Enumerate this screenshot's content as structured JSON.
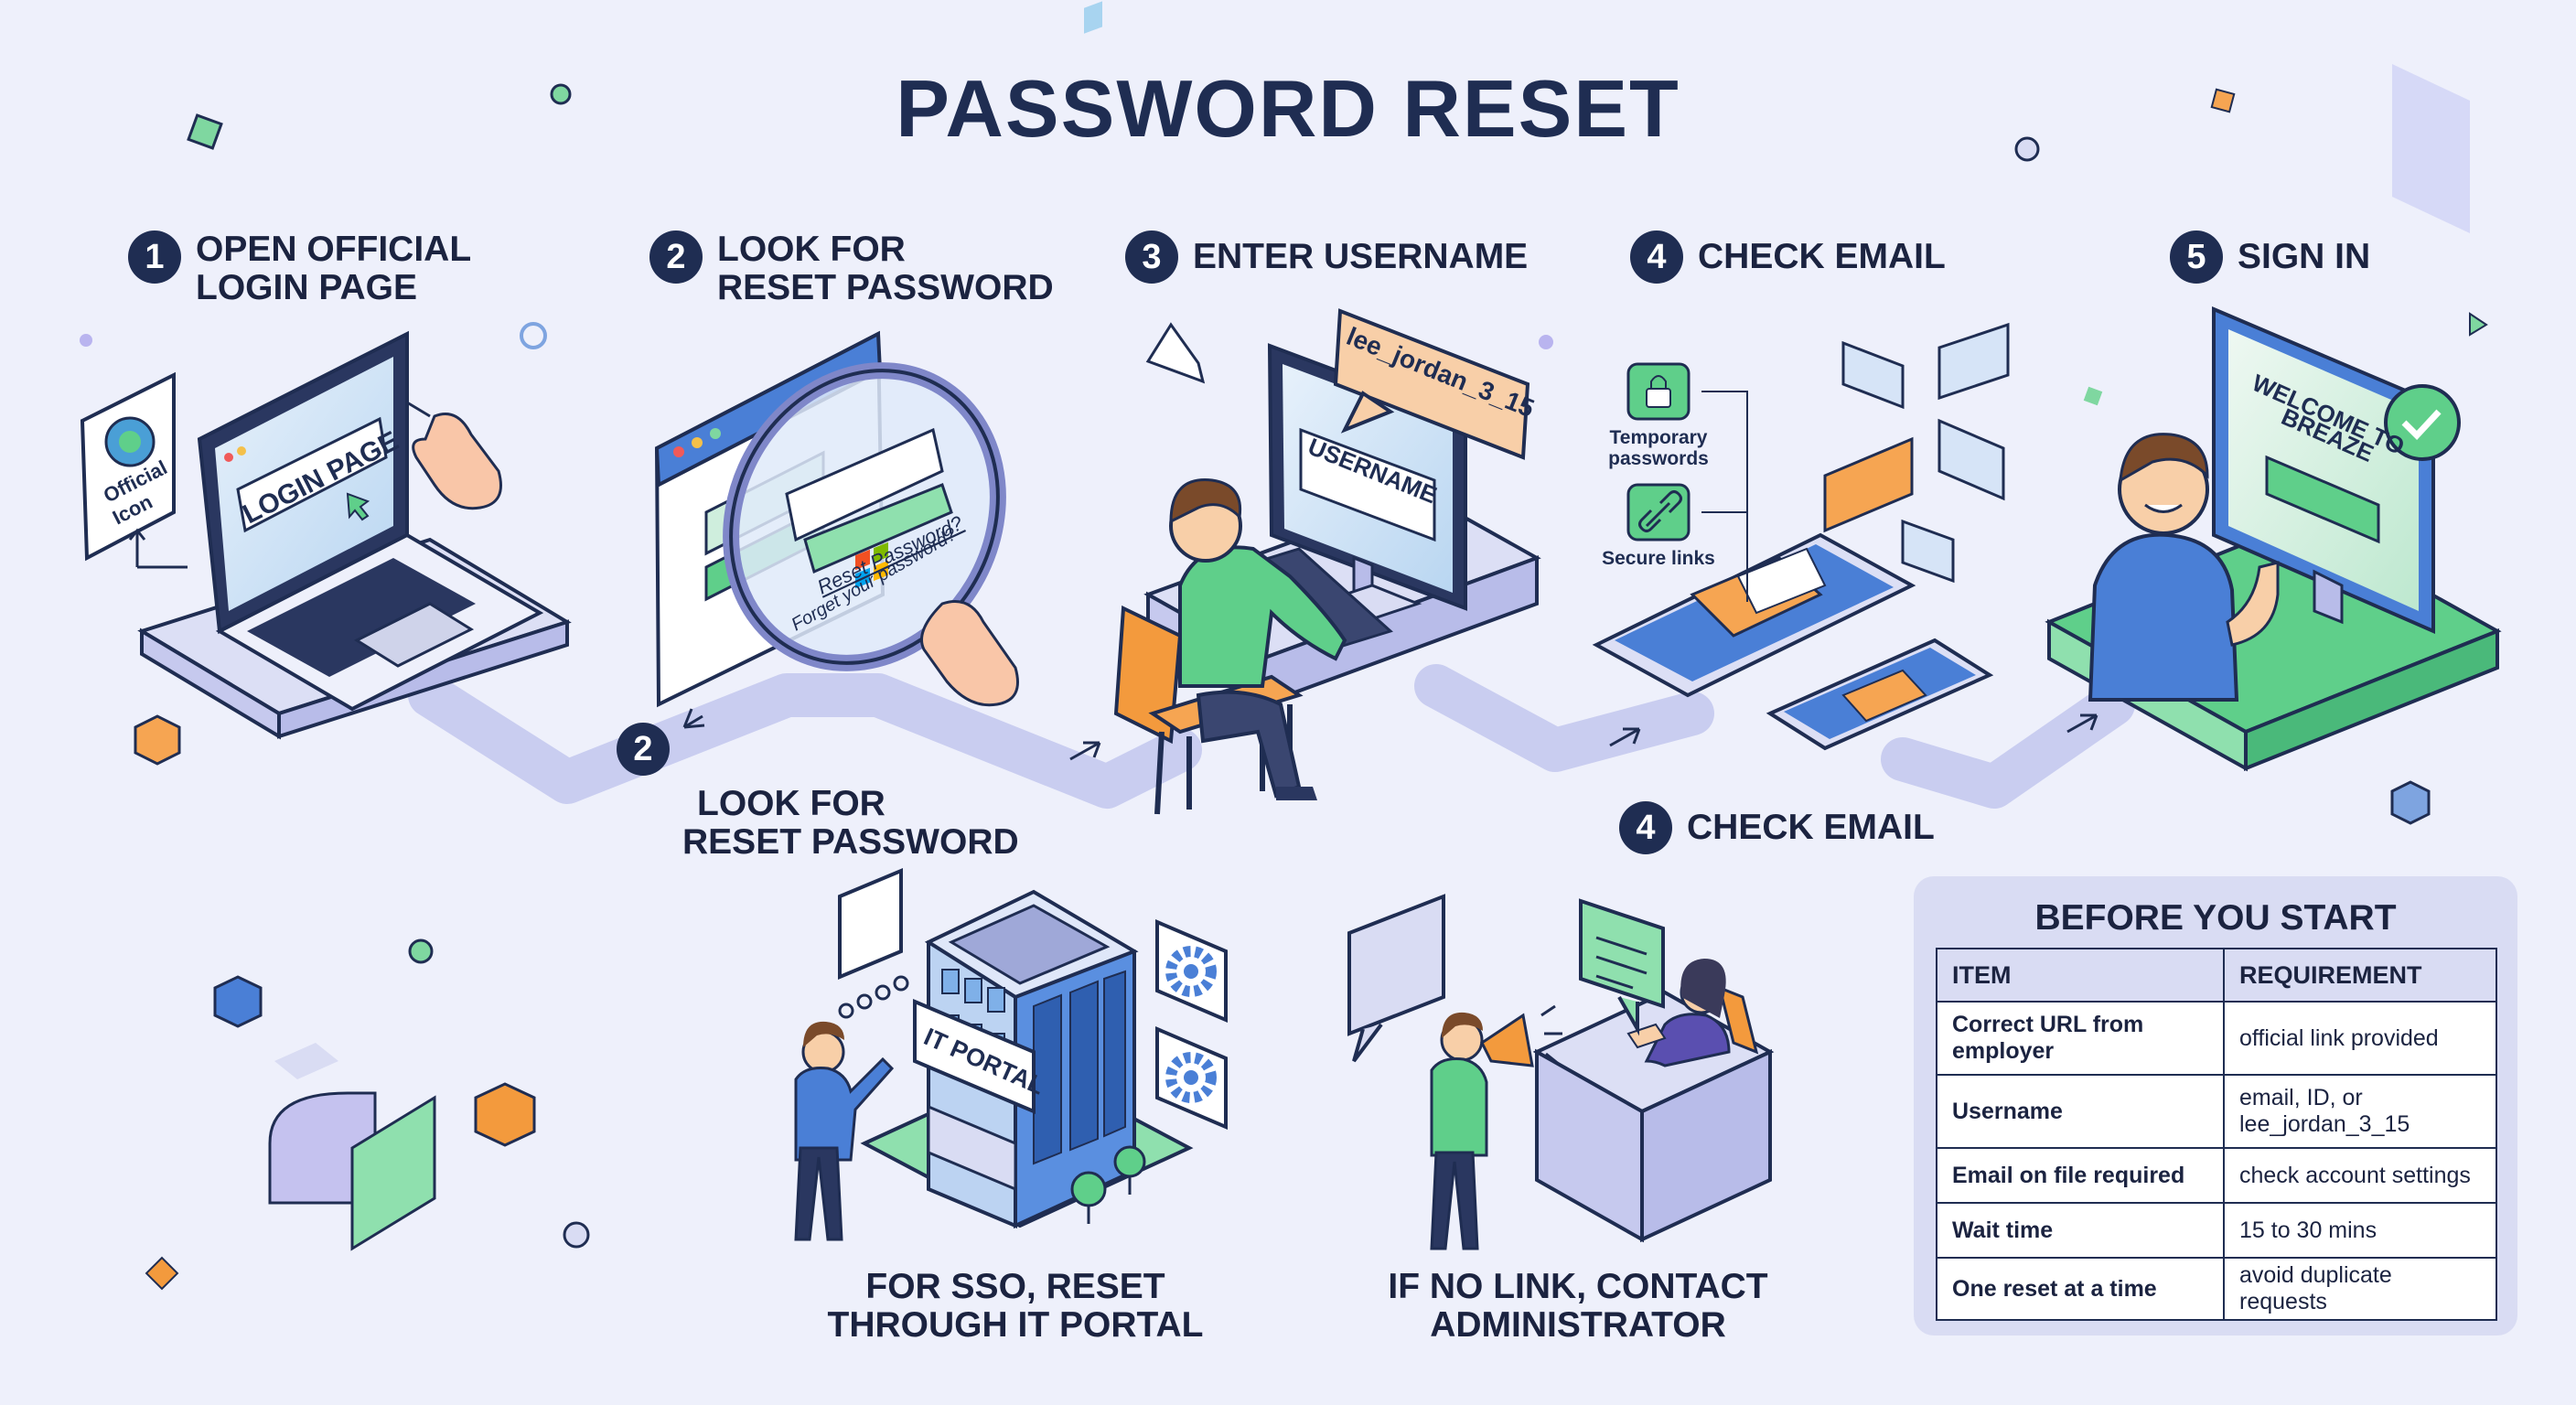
{
  "title": "PASSWORD RESET",
  "steps": [
    {
      "num": "1",
      "label_lines": [
        "OPEN OFFICIAL",
        "LOGIN PAGE"
      ]
    },
    {
      "num": "2",
      "label_lines": [
        "LOOK FOR",
        "RESET PASSWORD"
      ]
    },
    {
      "num": "3",
      "label_lines": [
        "ENTER USERNAME"
      ]
    },
    {
      "num": "4",
      "label_lines": [
        "CHECK EMAIL"
      ]
    },
    {
      "num": "5",
      "label_lines": [
        "SIGN IN"
      ]
    }
  ],
  "lower_steps": [
    {
      "num": "2",
      "label_lines": [
        "LOOK FOR",
        "RESET PASSWORD"
      ]
    },
    {
      "num": "4",
      "label_lines": [
        "CHECK EMAIL"
      ]
    }
  ],
  "screens": {
    "official_icon": [
      "Official",
      "Icon"
    ],
    "login_page": "LOGIN PAGE",
    "reset_password": "Reset Password?",
    "forget_password": "Forget your password?",
    "username_field": "USERNAME",
    "username_bubble": "lee_jordan_3_15",
    "temporary_passwords": [
      "Temporary",
      "passwords"
    ],
    "secure_links": "Secure links",
    "welcome": [
      "WELCOME TO",
      "BREAZE"
    ],
    "it_portal": "IT PORTAL"
  },
  "captions": {
    "sso": [
      "FOR SSO, RESET",
      "THROUGH IT PORTAL"
    ],
    "admin": [
      "IF NO LINK, CONTACT",
      "ADMINISTRATOR"
    ]
  },
  "before_you_start": {
    "title": "BEFORE YOU START",
    "headers": [
      "ITEM",
      "REQUIREMENT"
    ],
    "rows": [
      {
        "item": "Correct URL from employer",
        "requirement": "official link provided"
      },
      {
        "item": "Username",
        "requirement": "email, ID, or lee_jordan_3_15"
      },
      {
        "item": "Email on file required",
        "requirement": "check account settings"
      },
      {
        "item": "Wait time",
        "requirement": "15 to 30 mins"
      },
      {
        "item": "One reset at a time",
        "requirement": "avoid duplicate requests"
      }
    ]
  },
  "colors": {
    "navy": "#1f2d52",
    "accent_green": "#5fcf8a",
    "accent_blue": "#4a7fd6",
    "accent_orange": "#f39a3d",
    "platform": "#dcdff5"
  }
}
